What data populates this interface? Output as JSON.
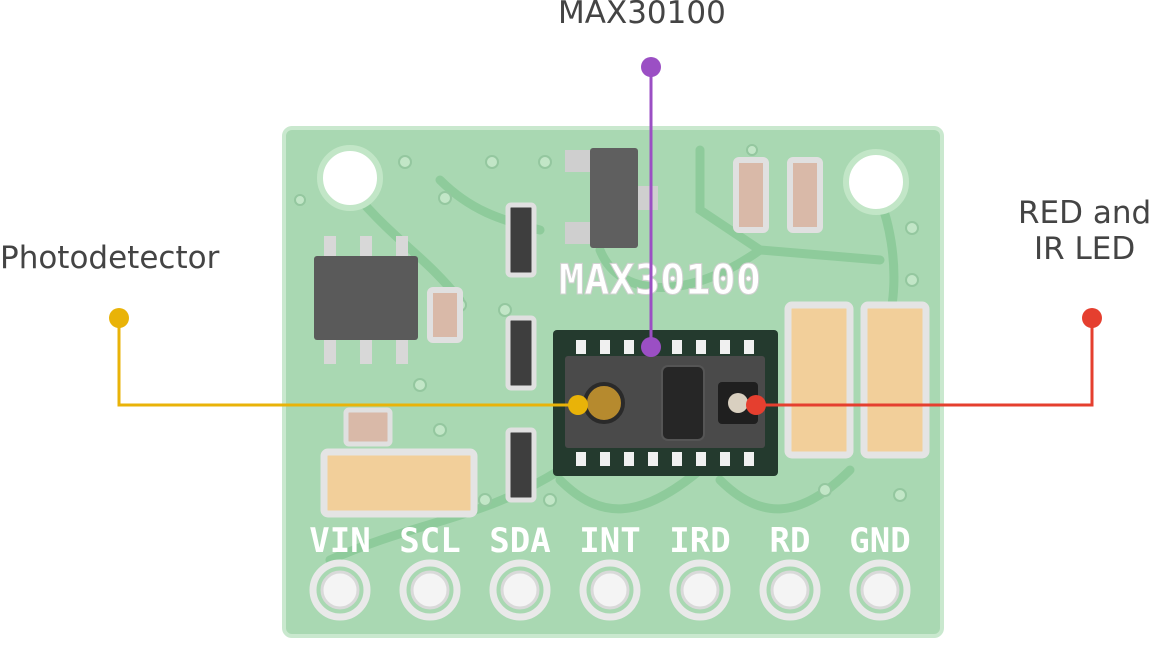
{
  "callouts": {
    "chip": {
      "label": "MAX30100",
      "color": "#9b4fc4"
    },
    "photodetector": {
      "label": "Photodetector",
      "color": "#e9b308"
    },
    "led": {
      "line1": "RED and",
      "line2": "IR LED",
      "color": "#e53f2f"
    }
  },
  "board": {
    "silkscreen_title": "MAX30100",
    "pins": [
      "VIN",
      "SCL",
      "SDA",
      "INT",
      "IRD",
      "RD",
      "GND"
    ],
    "colors": {
      "pcb": "#a9d8b2",
      "pcb_light": "#c2e6c7",
      "trace": "#8ecb9b"
    }
  }
}
